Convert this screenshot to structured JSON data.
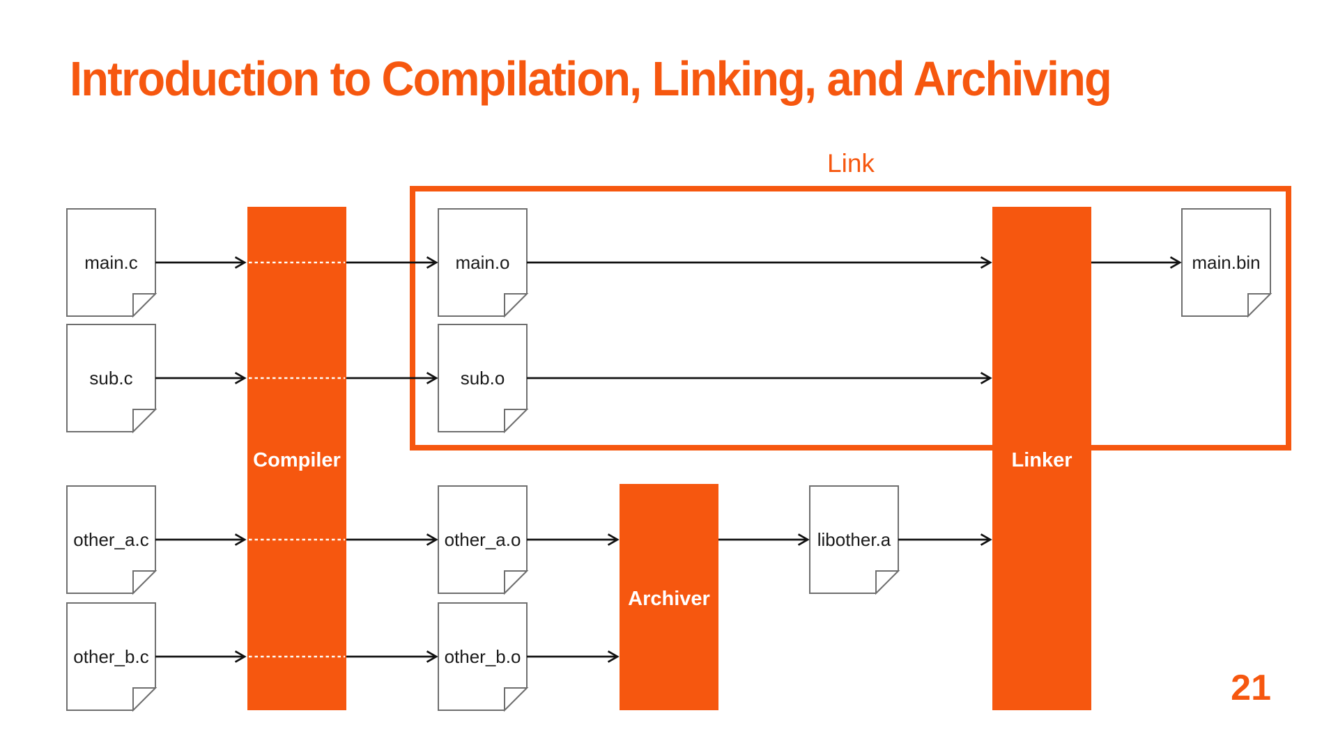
{
  "slide": {
    "title": "Introduction to Compilation, Linking, and Archiving",
    "page_number": "21"
  },
  "colors": {
    "accent_orange": "#F6570F",
    "background": "#FFFFFF",
    "arrow_black": "#111111",
    "document_border_gray": "#6E6E6E",
    "compiler_dash_white": "#FFFDF6"
  },
  "diagram": {
    "link_group_label": "Link",
    "blocks": [
      {
        "id": "compiler",
        "label": "Compiler"
      },
      {
        "id": "archiver",
        "label": "Archiver"
      },
      {
        "id": "linker",
        "label": "Linker"
      }
    ],
    "documents": [
      {
        "id": "main.c",
        "label": "main.c",
        "column": "source"
      },
      {
        "id": "sub.c",
        "label": "sub.c",
        "column": "source"
      },
      {
        "id": "other_a.c",
        "label": "other_a.c",
        "column": "source"
      },
      {
        "id": "other_b.c",
        "label": "other_b.c",
        "column": "source"
      },
      {
        "id": "main.o",
        "label": "main.o",
        "column": "object"
      },
      {
        "id": "sub.o",
        "label": "sub.o",
        "column": "object"
      },
      {
        "id": "other_a.o",
        "label": "other_a.o",
        "column": "object"
      },
      {
        "id": "other_b.o",
        "label": "other_b.o",
        "column": "object"
      },
      {
        "id": "libother.a",
        "label": "libother.a",
        "column": "archive"
      },
      {
        "id": "main.bin",
        "label": "main.bin",
        "column": "binary"
      }
    ],
    "edges": [
      {
        "from": "main.c",
        "to": "Compiler"
      },
      {
        "from": "Compiler",
        "to": "main.o"
      },
      {
        "from": "main.o",
        "to": "Linker"
      },
      {
        "from": "Linker",
        "to": "main.bin"
      },
      {
        "from": "sub.c",
        "to": "Compiler"
      },
      {
        "from": "Compiler",
        "to": "sub.o"
      },
      {
        "from": "sub.o",
        "to": "Linker"
      },
      {
        "from": "other_a.c",
        "to": "Compiler"
      },
      {
        "from": "Compiler",
        "to": "other_a.o"
      },
      {
        "from": "other_a.o",
        "to": "Archiver"
      },
      {
        "from": "Archiver",
        "to": "libother.a"
      },
      {
        "from": "libother.a",
        "to": "Linker"
      },
      {
        "from": "other_b.c",
        "to": "Compiler"
      },
      {
        "from": "Compiler",
        "to": "other_b.o"
      }
    ]
  }
}
